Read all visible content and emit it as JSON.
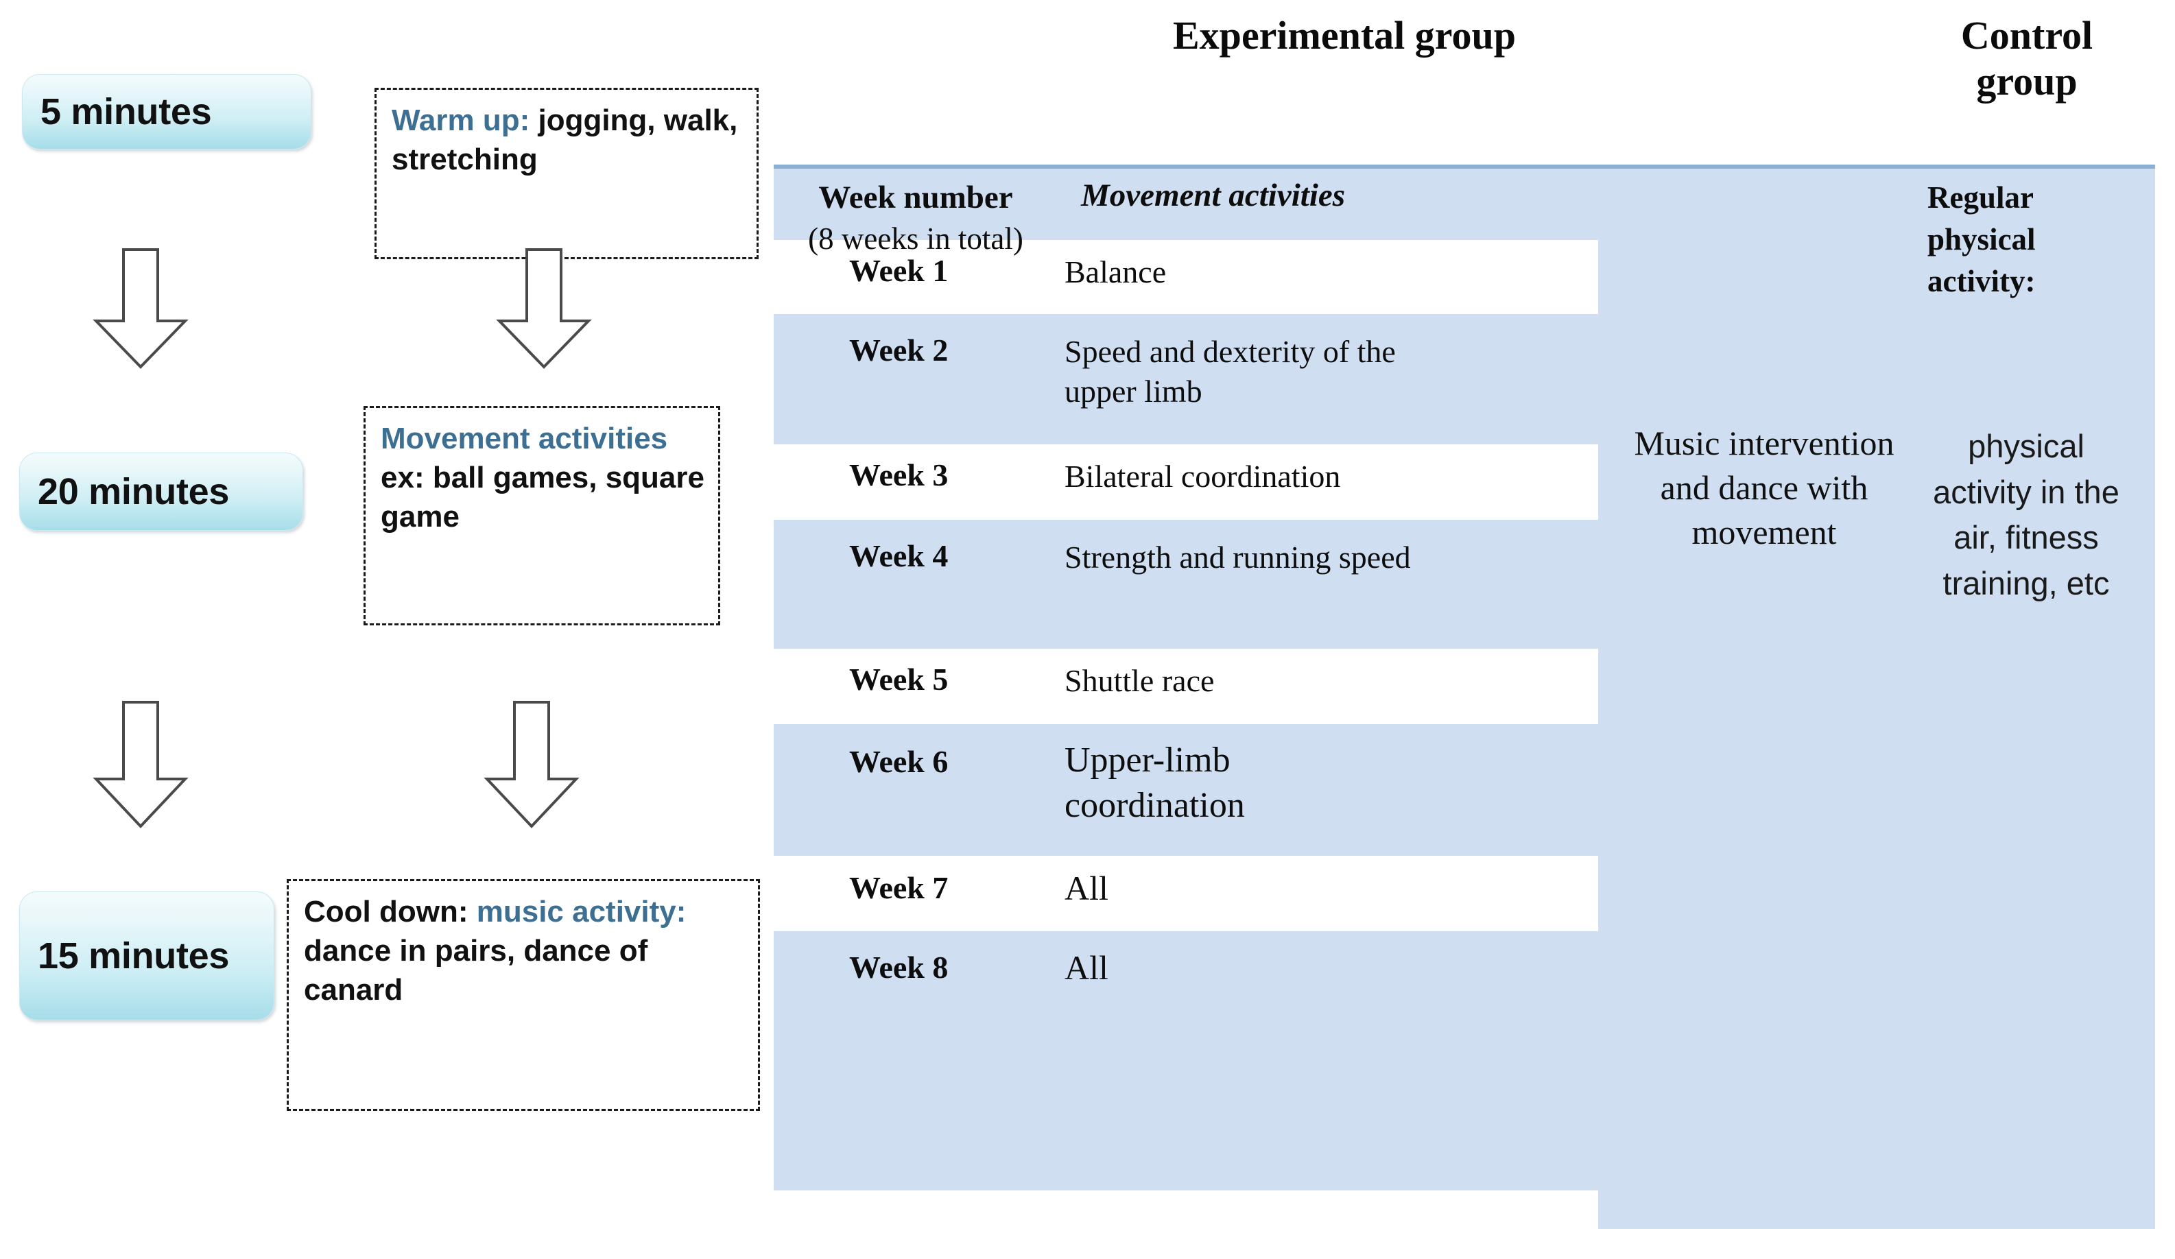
{
  "flow": {
    "steps": [
      {
        "duration": "5 minutes",
        "note_highlight": "Warm up:",
        "note_rest": " jogging, walk, stretching",
        "arrow_icon": "down-block-arrow"
      },
      {
        "duration": "20 minutes",
        "note_highlight": "Movement activities",
        "note_rest": " ex: ball games, square game",
        "arrow_icon": "down-block-arrow"
      },
      {
        "duration": "15 minutes",
        "note_prefix": "Cool down: ",
        "note_highlight": "music activity:",
        "note_rest": " dance in pairs, dance of canard",
        "arrow_icon": ""
      }
    ]
  },
  "headings": {
    "experimental": "Experimental group",
    "control": "Control\ngroup"
  },
  "table": {
    "headers": {
      "week_number_main": "Week number",
      "week_number_sub": "(8 weeks in total)",
      "movement_activities": "Movement activities",
      "regular_activity": "Regular physical activity:"
    },
    "rows": [
      {
        "week": "Week 1",
        "activity": "Balance"
      },
      {
        "week": "Week 2",
        "activity": "Speed and dexterity of the upper limb"
      },
      {
        "week": "Week 3",
        "activity": "Bilateral coordination"
      },
      {
        "week": "Week 4",
        "activity": "Strength and running speed"
      },
      {
        "week": "Week 5",
        "activity": "Shuttle race"
      },
      {
        "week": "Week 6",
        "activity": "Upper-limb coordination"
      },
      {
        "week": "Week 7",
        "activity": "All"
      },
      {
        "week": "Week 8",
        "activity": "All"
      }
    ],
    "experimental_intervention": "Music intervention and dance with movement",
    "control_activity": "physical activity in the air, fitness training, etc"
  },
  "colors": {
    "table_fill": "#cfdef0",
    "table_top_border": "#8ab0d4",
    "stripe": "#ffffff",
    "chip_gradient_top": "#f4fbfc",
    "chip_gradient_bottom": "#a6dde9",
    "highlight_text": "#3d6f92",
    "body_text": "#0d0d0d"
  }
}
